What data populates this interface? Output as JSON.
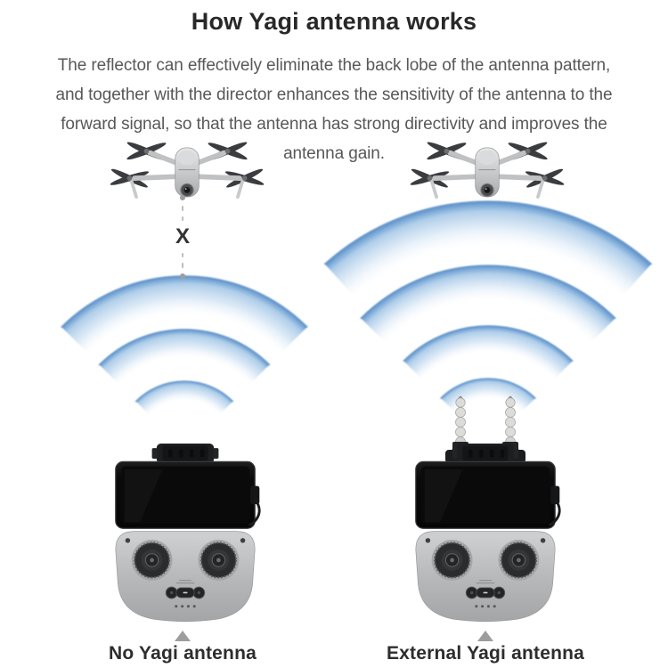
{
  "header": {
    "title": "How Yagi antenna works",
    "description_lines": [
      "The reflector can effectively eliminate the back lobe of the antenna pattern,",
      "and together with the director enhances the sensitivity of the antenna to the",
      "forward signal, so that the antenna has strong directivity and improves the",
      "antenna gain."
    ]
  },
  "diagram": {
    "left_scene": {
      "device_top": "drone",
      "device_bottom": "remote-controller-with-phone",
      "blocked_marker": "X",
      "signal_wave_count": 3,
      "signal_reaches_drone": false,
      "caption": "No Yagi antenna"
    },
    "right_scene": {
      "device_top": "drone",
      "device_bottom": "remote-controller-with-phone-and-yagi-antenna",
      "signal_wave_count": 4,
      "signal_reaches_drone": true,
      "caption": "External Yagi antenna"
    },
    "icons": {
      "drone": "quadcopter-drone-icon",
      "controller": "rc-controller-phone-icon",
      "antenna": "yagi-antenna-rods-icon",
      "waves": "wifi-signal-waves-icon",
      "pointer": "up-triangle-marker"
    },
    "colors": {
      "wave_edge": "#5d8cc4",
      "wave_mid": "#aecde9",
      "wave_light": "#d3e4f4",
      "marker_gray": "#9d9d9d",
      "title_color": "#282828",
      "body_text_color": "#585858",
      "caption_color": "#2d2d2d",
      "device_gray": "#b4b6b8",
      "phone_black": "#0b0b0c"
    }
  }
}
